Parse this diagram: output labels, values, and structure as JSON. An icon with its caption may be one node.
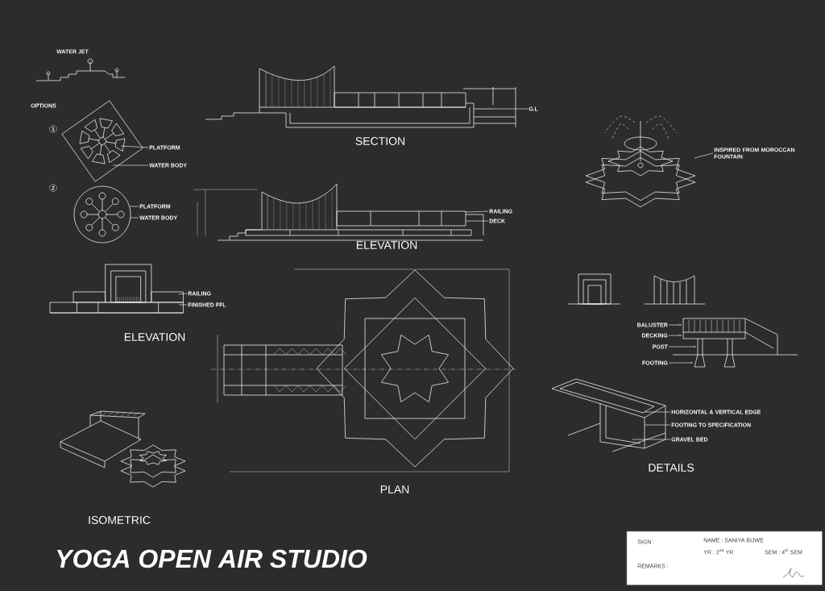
{
  "diagram": {
    "title": "YOGA OPEN AIR STUDIO",
    "nodes": [
      {
        "text": [
          "PLATFORM"
        ]
      },
      {
        "text": [
          "WATER BODY"
        ]
      },
      {
        "text": [
          "G.L"
        ]
      },
      {
        "text": [
          "INSPIRED FROM MOROCCAN FOUNTAIN"
        ]
      },
      {
        "text": [
          "PLATFORM"
        ]
      },
      {
        "text": [
          "WATER BODY"
        ]
      },
      {
        "text": [
          "RAILING"
        ]
      },
      {
        "text": [
          "DECK"
        ]
      },
      {
        "text": [
          "RAILING"
        ]
      },
      {
        "text": [
          "FINISHED FFL"
        ]
      },
      {
        "text": [
          "BALUSTER"
        ]
      },
      {
        "text": [
          "DECKING"
        ]
      },
      {
        "text": [
          "POST"
        ]
      },
      {
        "text": [
          "FOOTING"
        ]
      },
      {
        "text": [
          "HORIZONTAL & VERTICAL EDGE"
        ]
      },
      {
        "text": [
          "FOOTING TO SPECIFICATION"
        ]
      },
      {
        "text": [
          "GRAVEL BED"
        ]
      },
      {
        "text": [
          "SIGN :",
          "NAME : SANIYA BIJWE",
          "YR : 2$^{nd}$ YR",
          "SEM : 4$^{th}$ SEM",
          "REMARKS :"
        ]
      },
      {
        "text": [],
        "shape": "picture"
      },
      {
        "text": [],
        "shape": "picture"
      },
      {
        "text": [],
        "shape": "picture"
      },
      {
        "text": [],
        "shape": "picture"
      },
      {
        "text": [],
        "shape": "picture"
      },
      {
        "text": [],
        "shape": "picture"
      },
      {
        "text": [],
        "shape": "picture"
      },
      {
        "text": [],
        "shape": "picture"
      }
    ],
    "edges": [
      {
        "from": 0,
        "to": 18,
        "arrow": "none"
      },
      {
        "from": 1,
        "to": 18,
        "arrow": "none"
      },
      {
        "from": 2,
        "to": 20,
        "arrow": "none"
      },
      {
        "from": 3,
        "to": 21,
        "arrow": "none"
      },
      {
        "from": 4,
        "to": 19,
        "arrow": "none"
      },
      {
        "from": 5,
        "to": 19,
        "arrow": "none"
      },
      {
        "from": 6,
        "to": 22,
        "arrow": "none"
      },
      {
        "from": 7,
        "to": 22,
        "arrow": "none"
      },
      {
        "from": 8,
        "to": 23,
        "arrow": "none"
      },
      {
        "from": 9,
        "to": 23,
        "arrow": "none"
      },
      {
        "from": 10,
        "to": 24,
        "arrow": "to"
      },
      {
        "from": 11,
        "to": 24,
        "arrow": "to"
      },
      {
        "from": 12,
        "to": 24,
        "arrow": "to"
      },
      {
        "from": 13,
        "to": 24,
        "arrow": "to"
      },
      {
        "from": 14,
        "to": 25,
        "arrow": "none"
      },
      {
        "from": 15,
        "to": 25,
        "arrow": "none"
      },
      {
        "from": 16,
        "to": 25,
        "arrow": "none"
      }
    ],
    "labels": [
      "WATER JET",
      "OPTIONS",
      "1",
      "2",
      "SECTION",
      "ELEVATION",
      "ELEVATION",
      "PLAN",
      "DETAILS",
      "ISOMETRIC"
    ]
  }
}
